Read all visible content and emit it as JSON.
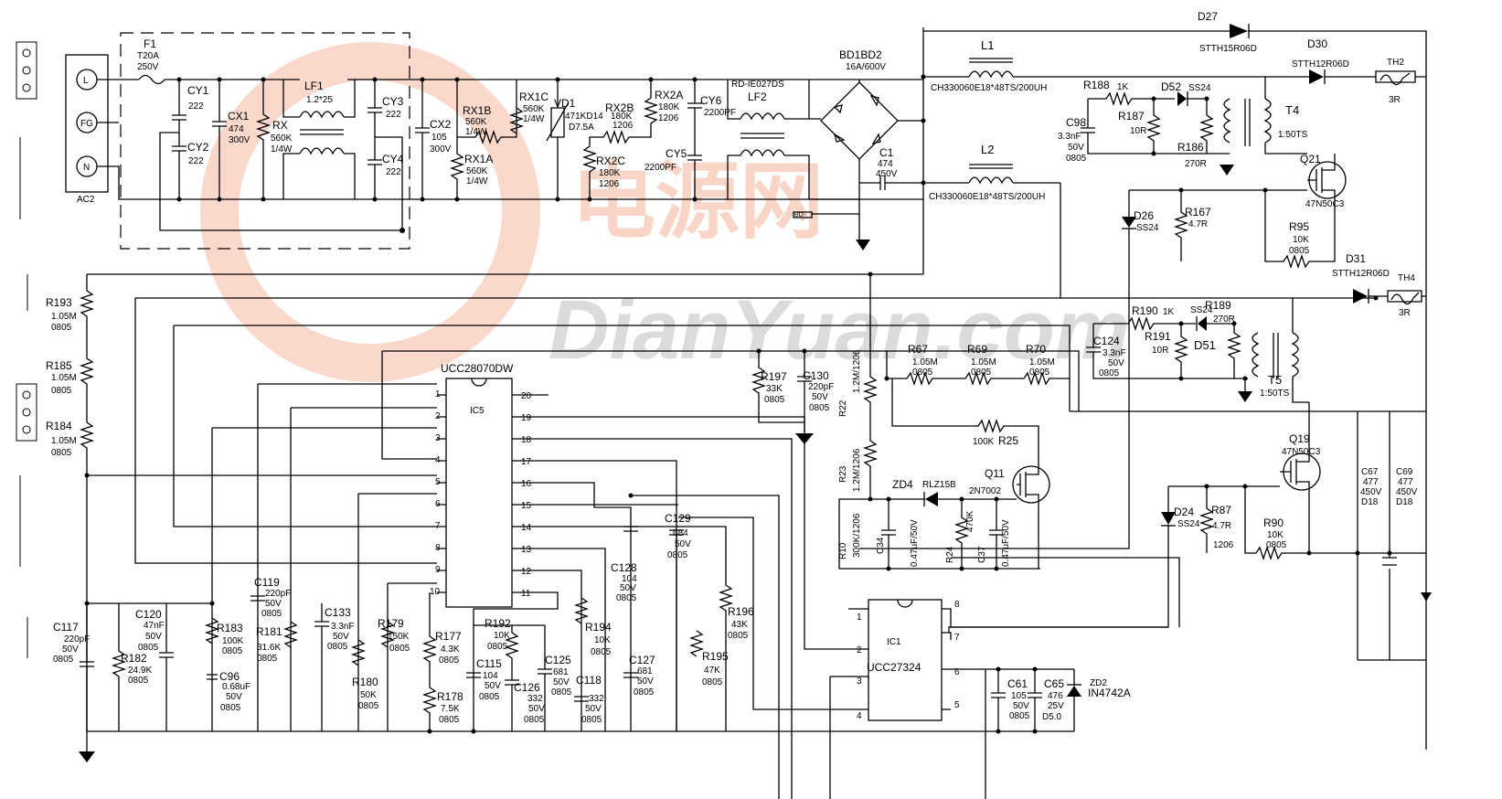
{
  "watermark": {
    "logo_cn": "电源网",
    "logo_en": "DianYuan.com"
  },
  "input": {
    "connector": "AC2",
    "pins": [
      "L",
      "FG",
      "N"
    ],
    "fuse": {
      "ref": "F1",
      "value": "T20A",
      "rating": "250V"
    },
    "cy1": {
      "ref": "CY1",
      "value": "222"
    },
    "cy2": {
      "ref": "CY2",
      "value": "222"
    },
    "cx1": {
      "ref": "CX1",
      "value": "474",
      "rating": "300V"
    },
    "rx": {
      "ref": "RX",
      "value": "560K",
      "rating": "1/4W"
    },
    "lf1": {
      "ref": "LF1",
      "value": "1.2*25"
    },
    "cy3": {
      "ref": "CY3",
      "value": "222"
    },
    "cy4": {
      "ref": "CY4",
      "value": "222"
    },
    "cx2": {
      "ref": "CX2",
      "value": "105",
      "rating": "300V"
    },
    "rx1b": {
      "ref": "RX1B",
      "value": "560K",
      "rating": "1/4W"
    },
    "rx1a": {
      "ref": "RX1A",
      "value": "560K",
      "rating": "1/4W"
    },
    "rx1c": {
      "ref": "RX1C",
      "value": "560K",
      "rating": "1/4W"
    },
    "vd1": {
      "ref": "VD1",
      "value": "471KD14",
      "rating": "D7.5A"
    },
    "rx2b": {
      "ref": "RX2B",
      "value": "180K",
      "size": "1206"
    },
    "rx2a": {
      "ref": "RX2A",
      "value": "180K",
      "size": "1206"
    },
    "rx2c": {
      "ref": "RX2C",
      "value": "180K",
      "size": "1206"
    },
    "cy6": {
      "ref": "CY6",
      "value": "2200PF"
    },
    "cy5": {
      "ref": "CY5",
      "value": "2200PF"
    },
    "lf2": {
      "ref": "LF2",
      "part": "RD-IE027DS"
    },
    "bridge": {
      "ref": "BD1BD2",
      "value": "16A/600V"
    },
    "c1": {
      "ref": "C1",
      "value": "474",
      "rating": "450V"
    },
    "bd_tag": "BD-"
  },
  "pfc": {
    "l1": {
      "ref": "L1",
      "part": "CH330060E18*48TS/200UH"
    },
    "l2": {
      "ref": "L2",
      "part": "CH330060E18*48TS/200UH"
    },
    "d27": {
      "ref": "D27",
      "part": "STTH15R06D"
    },
    "d30": {
      "ref": "D30",
      "part": "STTH12R06D"
    },
    "d31": {
      "ref": "D31",
      "part": "STTH12R06D"
    },
    "th2": {
      "ref": "TH2",
      "value": "3R"
    },
    "th4": {
      "ref": "TH4",
      "value": "3R"
    },
    "r188": {
      "ref": "R188",
      "value": "1K"
    },
    "d52": {
      "ref": "D52",
      "part": "SS24"
    },
    "c98": {
      "ref": "C98",
      "value": "3.3nF",
      "rating": "50V",
      "size": "0805"
    },
    "r187": {
      "ref": "R187",
      "value": "10R"
    },
    "r186": {
      "ref": "R186",
      "value": "270R"
    },
    "t4": {
      "ref": "T4",
      "value": "1:50TS"
    },
    "q21": {
      "ref": "Q21",
      "part": "47N50C3"
    },
    "d26": {
      "ref": "D26",
      "part": "SS24"
    },
    "r167": {
      "ref": "R167",
      "value": "4.7R"
    },
    "r95": {
      "ref": "R95",
      "value": "10K",
      "size": "0805"
    },
    "r190": {
      "ref": "R190",
      "value": "1K"
    },
    "d51_part": "SS24",
    "r189": {
      "ref": "R189",
      "value": "270R"
    },
    "c124": {
      "ref": "C124",
      "value": "3.3nF",
      "rating": "50V",
      "size": "0805"
    },
    "r191": {
      "ref": "R191",
      "value": "10R"
    },
    "d51": {
      "ref": "D51"
    },
    "t5": {
      "ref": "T5",
      "value": "1:50TS"
    },
    "q19": {
      "ref": "Q19",
      "part": "47N50C3"
    },
    "d24": {
      "ref": "D24",
      "part": "SS24"
    },
    "r87": {
      "ref": "R87",
      "value": "4.7R",
      "size": "1206"
    },
    "r90": {
      "ref": "R90",
      "value": "10K",
      "size": "0805"
    },
    "c67": {
      "ref": "C67",
      "value": "477",
      "rating": "450V",
      "size": "D18"
    },
    "c69": {
      "ref": "C69",
      "value": "477",
      "rating": "450V",
      "size": "D18"
    }
  },
  "control": {
    "r193": {
      "ref": "R193",
      "value": "1.05M",
      "size": "0805"
    },
    "r185": {
      "ref": "R185",
      "value": "1.05M",
      "size": "0805"
    },
    "r184": {
      "ref": "R184",
      "value": "1.05M",
      "size": "0805"
    },
    "ic5": {
      "ref": "IC5",
      "part": "UCC28070DW",
      "left_pins": [
        "1",
        "2",
        "3",
        "4",
        "5",
        "6",
        "7",
        "8",
        "9",
        "10"
      ],
      "right_pins": [
        "20",
        "19",
        "18",
        "17",
        "16",
        "15",
        "14",
        "13",
        "12",
        "11"
      ]
    },
    "r197": {
      "ref": "R197",
      "value": "33K",
      "size": "0805"
    },
    "c130": {
      "ref": "C130",
      "value": "220pF",
      "rating": "50V",
      "size": "0805"
    },
    "r22": {
      "ref": "R22",
      "value": "1.2M/1206"
    },
    "r67": {
      "ref": "R67",
      "value": "1.05M",
      "size": "0805"
    },
    "r69": {
      "ref": "R69",
      "value": "1.05M",
      "size": "0805"
    },
    "r70": {
      "ref": "R70",
      "value": "1.05M",
      "size": "0805"
    },
    "r25": {
      "ref": "R25",
      "value": "100K"
    },
    "r23": {
      "ref": "R23",
      "value": "1.2M/1206"
    },
    "zd4": {
      "ref": "ZD4",
      "part": "RLZ15B"
    },
    "q11": {
      "ref": "Q11",
      "part": "2N7002"
    },
    "r10": {
      "ref": "R10",
      "value": "300K/1206"
    },
    "c34": {
      "ref": "C34",
      "value": "0.47uF/50V"
    },
    "r24": {
      "ref": "R24",
      "value": "470K"
    },
    "c37": {
      "ref": "C37",
      "value": "0.47uF/50V"
    },
    "c128": {
      "ref": "C128",
      "value": "104",
      "rating": "50V",
      "size": "0805"
    },
    "c129": {
      "ref": "C129",
      "value": "684",
      "rating": "50V",
      "size": "0805"
    },
    "r196": {
      "ref": "R196",
      "value": "43K",
      "size": "0805"
    },
    "r195": {
      "ref": "R195",
      "value": "47K",
      "size": "0805"
    },
    "c117": {
      "ref": "C117",
      "value": "220pF",
      "rating": "50V",
      "size": "0805"
    },
    "r182": {
      "ref": "R182",
      "value": "24.9K",
      "size": "0805"
    },
    "c120": {
      "ref": "C120",
      "value": "47nF",
      "rating": "50V",
      "size": "0805"
    },
    "r183": {
      "ref": "R183",
      "value": "100K",
      "size": "0805"
    },
    "c96": {
      "ref": "C96",
      "value": "0.68uF",
      "rating": "50V",
      "size": "0805"
    },
    "c119": {
      "ref": "C119",
      "value": "220pF",
      "rating": "50V",
      "size": "0805"
    },
    "r181": {
      "ref": "R181",
      "value": "31.6K",
      "size": "0805"
    },
    "c133": {
      "ref": "C133",
      "value": "3.3nF",
      "rating": "50V",
      "size": "0805"
    },
    "r179": {
      "ref": "R179",
      "value": "150K",
      "size": "0805"
    },
    "r180": {
      "ref": "R180",
      "value": "50K",
      "size": "0805"
    },
    "r177": {
      "ref": "R177",
      "value": "4.3K",
      "size": "0805"
    },
    "r178": {
      "ref": "R178",
      "value": "7.5K",
      "size": "0805"
    },
    "r192": {
      "ref": "R192",
      "value": "10K",
      "size": "0805"
    },
    "c115": {
      "ref": "C115",
      "value": "104",
      "rating": "50V",
      "size": "0805"
    },
    "c126": {
      "ref": "C126",
      "value": "332",
      "rating": "50V",
      "size": "0805"
    },
    "c125": {
      "ref": "C125",
      "value": "681",
      "rating": "50V",
      "size": "0805"
    },
    "c118": {
      "ref": "C118",
      "value": "332",
      "rating": "50V",
      "size": "0805"
    },
    "r194": {
      "ref": "R194",
      "value": "10K",
      "size": "0805"
    },
    "c127": {
      "ref": "C127",
      "value": "681",
      "rating": "50V",
      "size": "0805"
    },
    "ic1": {
      "ref": "IC1",
      "part": "UCC27324",
      "pins": [
        "1",
        "2",
        "3",
        "4",
        "8",
        "7",
        "6",
        "5"
      ]
    },
    "c61": {
      "ref": "C61",
      "value": "105",
      "rating": "50V",
      "size": "0805"
    },
    "c65": {
      "ref": "C65",
      "value": "476",
      "rating": "25V",
      "size": "D5.0"
    },
    "zd2": {
      "ref": "ZD2",
      "part": "IN4742A"
    }
  }
}
